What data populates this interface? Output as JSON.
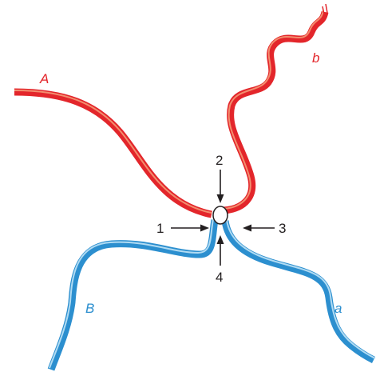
{
  "colors": {
    "red_strand": "#e3262b",
    "red_strand_highlight": "#f6a07a",
    "blue_strand": "#2c8fcf",
    "blue_strand_highlight": "#bfe3f6",
    "arrow": "#231f20",
    "label_red": "#e3262b",
    "label_blue": "#2c8fcf"
  },
  "strands": {
    "A": {
      "label": "A",
      "color": "red"
    },
    "b": {
      "label": "b",
      "color": "red"
    },
    "B": {
      "label": "B",
      "color": "blue"
    },
    "a": {
      "label": "a",
      "color": "blue"
    }
  },
  "arrows": [
    {
      "label": "1",
      "direction": "right"
    },
    {
      "label": "2",
      "direction": "down"
    },
    {
      "label": "3",
      "direction": "left"
    },
    {
      "label": "4",
      "direction": "up"
    }
  ]
}
